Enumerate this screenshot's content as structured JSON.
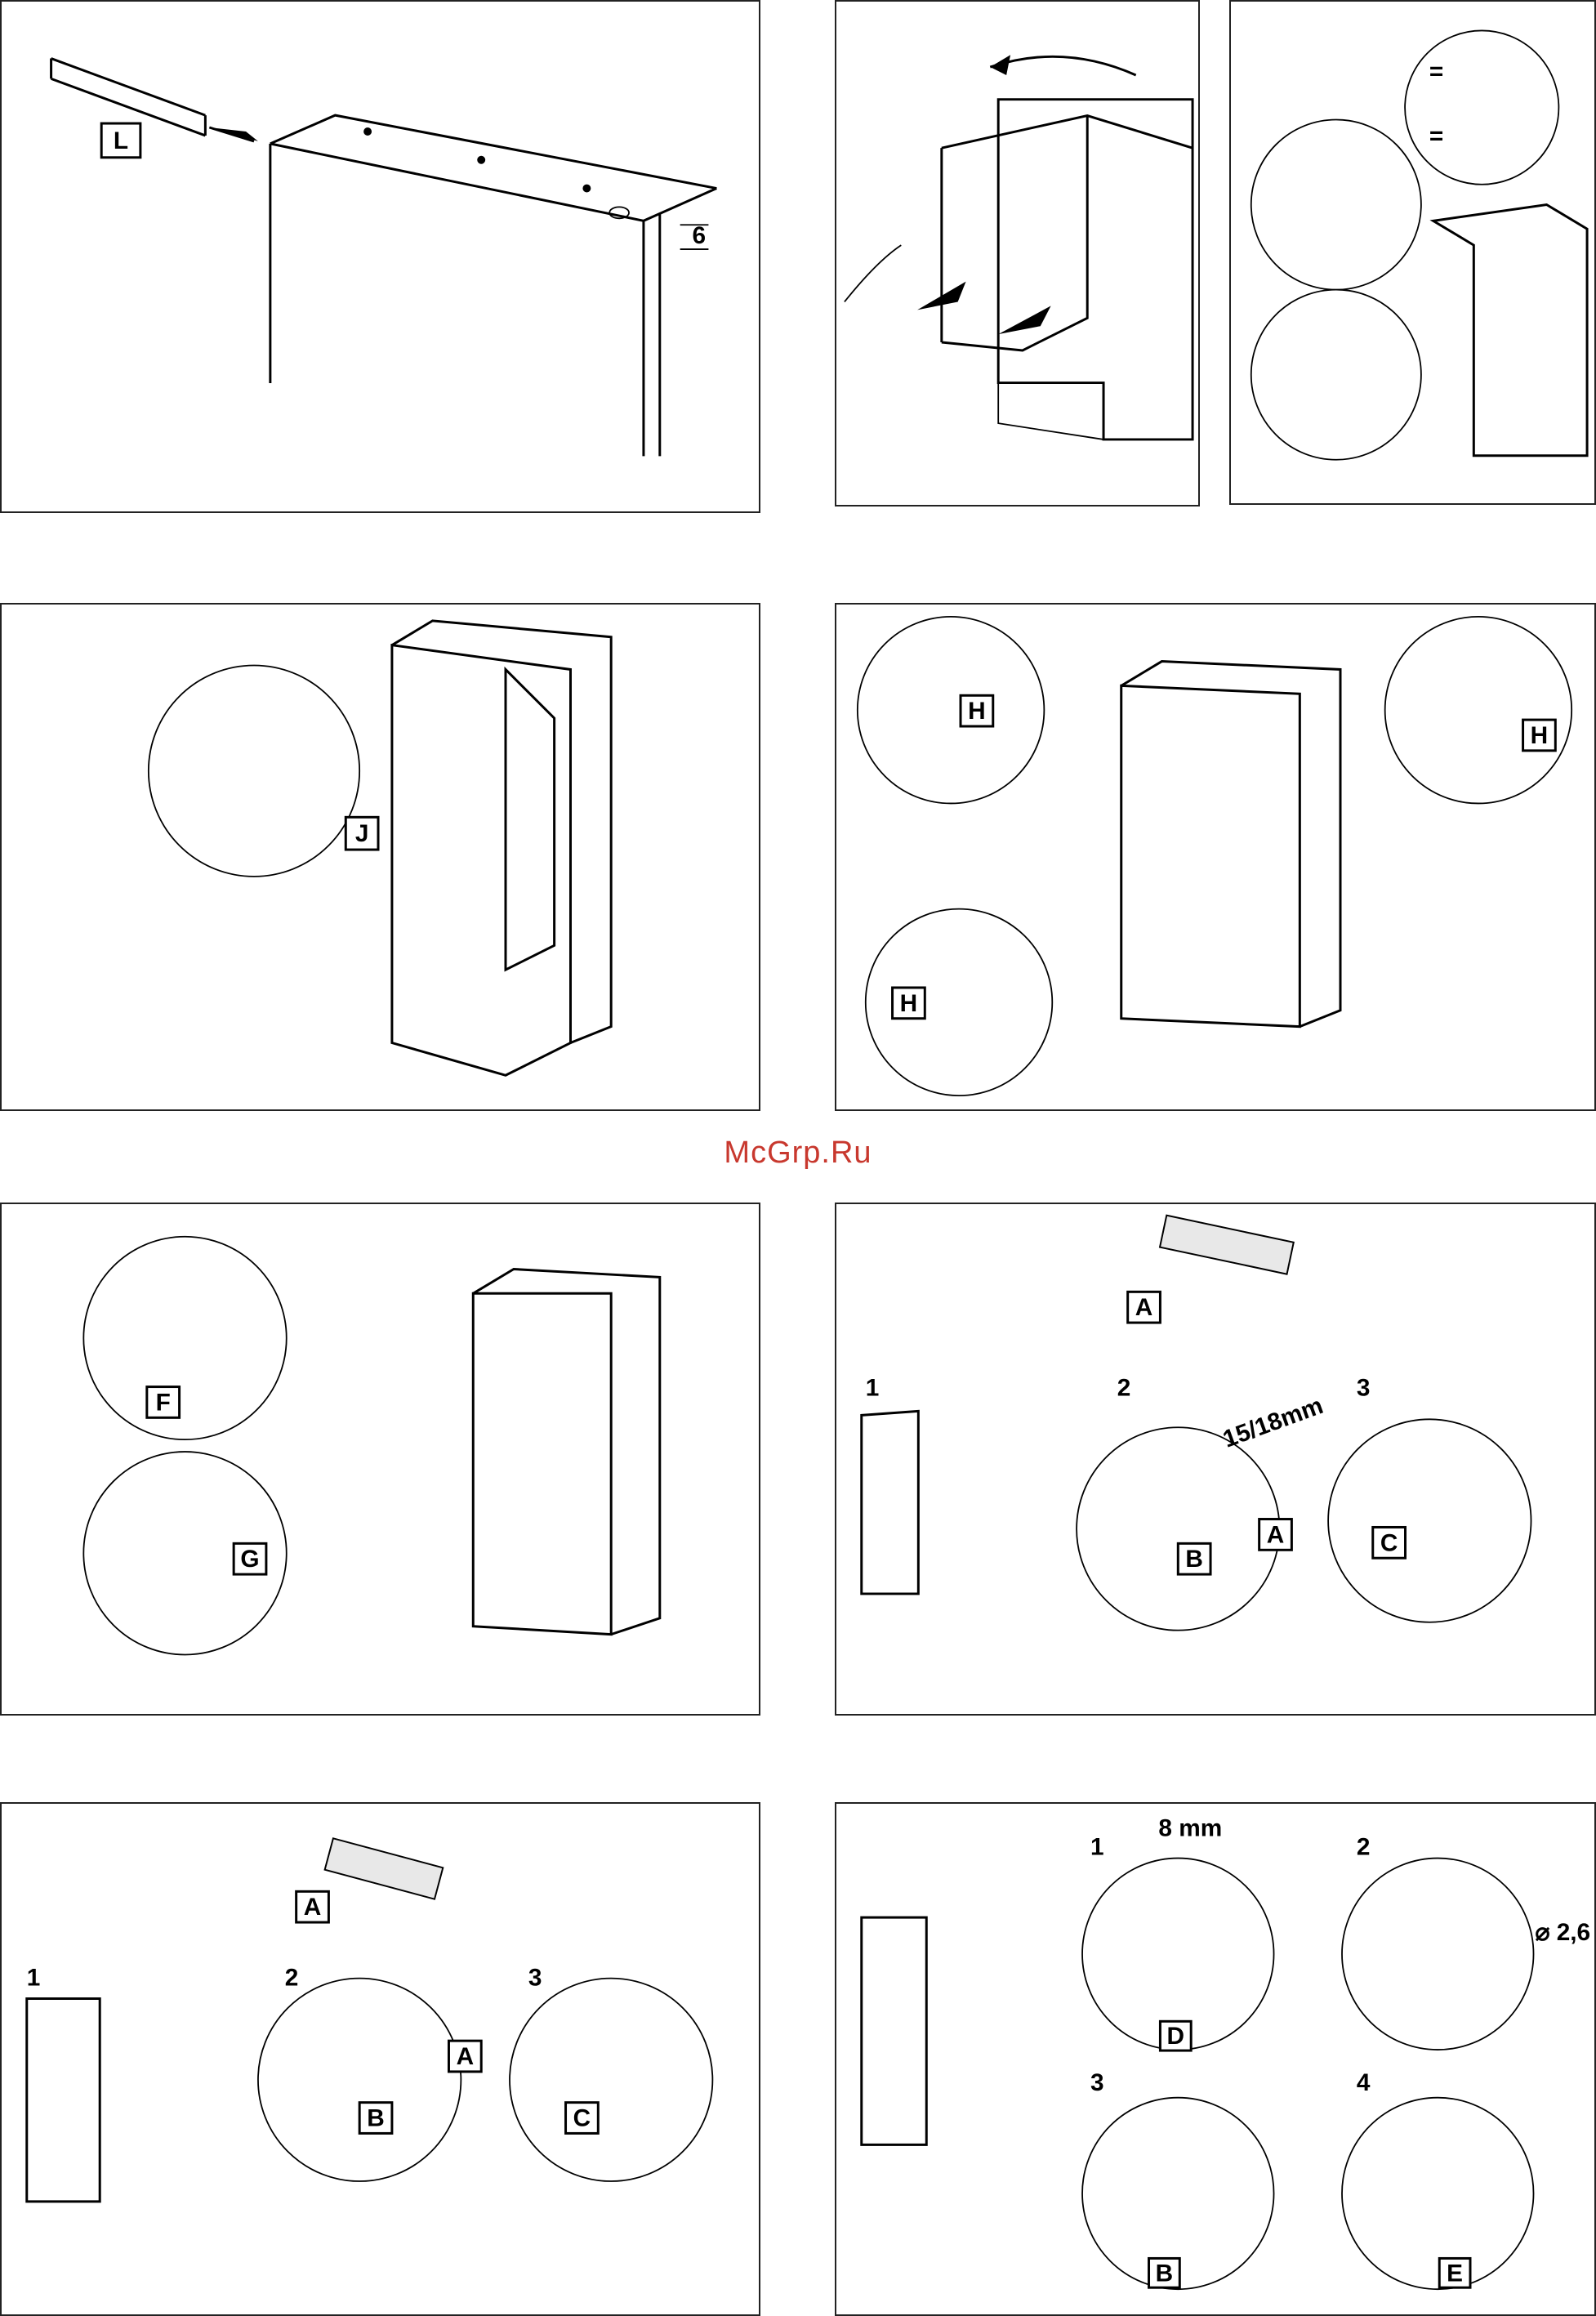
{
  "watermark": "McGrp.Ru",
  "panels": {
    "p1": {
      "label_L": "L",
      "dim_6": "6"
    },
    "p4": {
      "label_J": "J"
    },
    "p5": {
      "label_H": "H"
    },
    "p6": {
      "label_F": "F",
      "label_G": "G"
    },
    "p7": {
      "step1": "1",
      "step2": "2",
      "step3": "3",
      "label_A": "A",
      "label_B": "B",
      "label_C": "C",
      "dim": "15/18mm"
    },
    "p8": {
      "step1": "1",
      "step2": "2",
      "step3": "3",
      "label_A": "A",
      "label_B": "B",
      "label_C": "C"
    },
    "p9": {
      "step1": "1",
      "step2": "2",
      "step3": "3",
      "step4": "4",
      "label_D": "D",
      "label_B": "B",
      "label_E": "E",
      "dim_8mm": "8 mm",
      "dia": "⌀ 2,6"
    }
  }
}
